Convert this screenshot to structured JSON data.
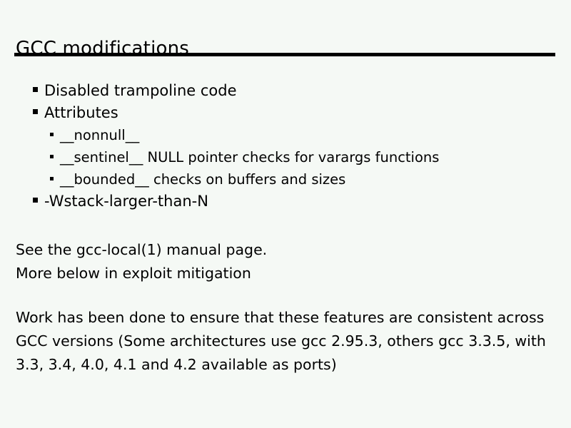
{
  "slide": {
    "title": "GCC modifications",
    "bullets": [
      {
        "level": 1,
        "text": "Disabled trampoline code"
      },
      {
        "level": 1,
        "text": "Attributes"
      },
      {
        "level": 2,
        "text": "__nonnull__"
      },
      {
        "level": 2,
        "text": "__sentinel__ NULL pointer checks for varargs functions"
      },
      {
        "level": 2,
        "text": "__bounded__ checks on buffers and sizes"
      },
      {
        "level": 1,
        "text": "-Wstack-larger-than-N"
      }
    ],
    "paragraph_one": [
      "See the gcc-local(1) manual page.",
      "More below in exploit mitigation"
    ],
    "paragraph_two": [
      "Work has been done to ensure that these features are consistent across",
      "GCC versions (Some architectures use gcc 2.95.3, others gcc 3.3.5, with",
      "3.3, 3.4, 4.0, 4.1 and 4.2 available as ports)"
    ],
    "colors": {
      "background": "#f5f9f5",
      "text": "#000000",
      "rule": "#000000"
    }
  }
}
